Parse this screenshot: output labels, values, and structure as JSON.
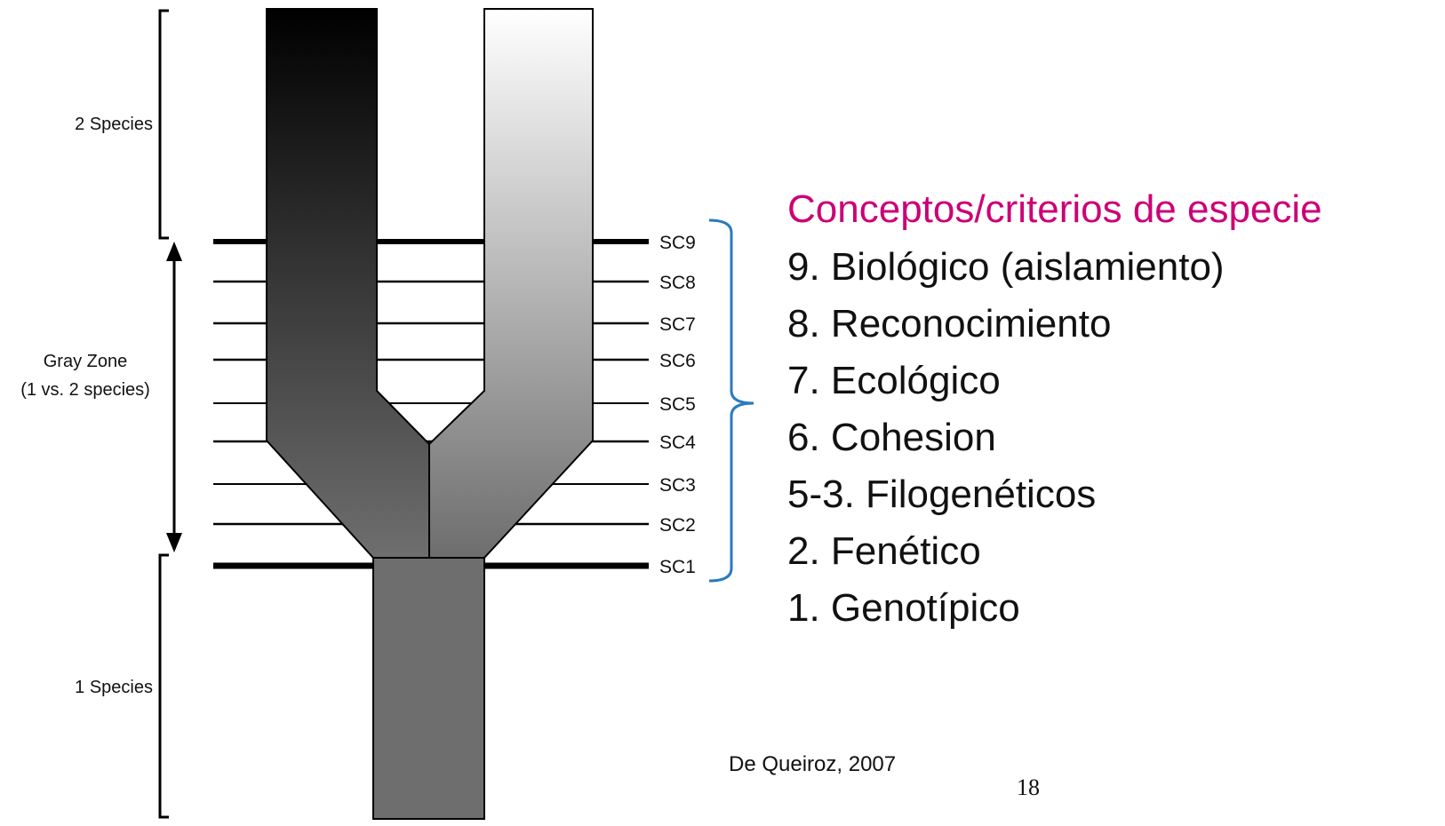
{
  "zones": {
    "two_species": "2 Species",
    "gray_zone": "Gray Zone",
    "gray_zone_sub": "(1 vs. 2 species)",
    "one_species": "1 Species"
  },
  "sc_labels": [
    "SC9",
    "SC8",
    "SC7",
    "SC6",
    "SC5",
    "SC4",
    "SC3",
    "SC2",
    "SC1"
  ],
  "criteria": {
    "title": "Conceptos/criterios de especie",
    "items": [
      "9. Biológico (aislamiento)",
      "8. Reconocimiento",
      "7. Ecológico",
      "6. Cohesion",
      "5-3. Filogenéticos",
      "2. Fenético",
      "1. Genotípico"
    ]
  },
  "credit": "De Queiroz, 2007",
  "page_number": "18",
  "colors": {
    "title": "#cc0077",
    "bracket": "#2a7abf",
    "left_lineage_top": "#000000",
    "right_lineage_top": "#ffffff",
    "stem": "#6e6e6e"
  }
}
